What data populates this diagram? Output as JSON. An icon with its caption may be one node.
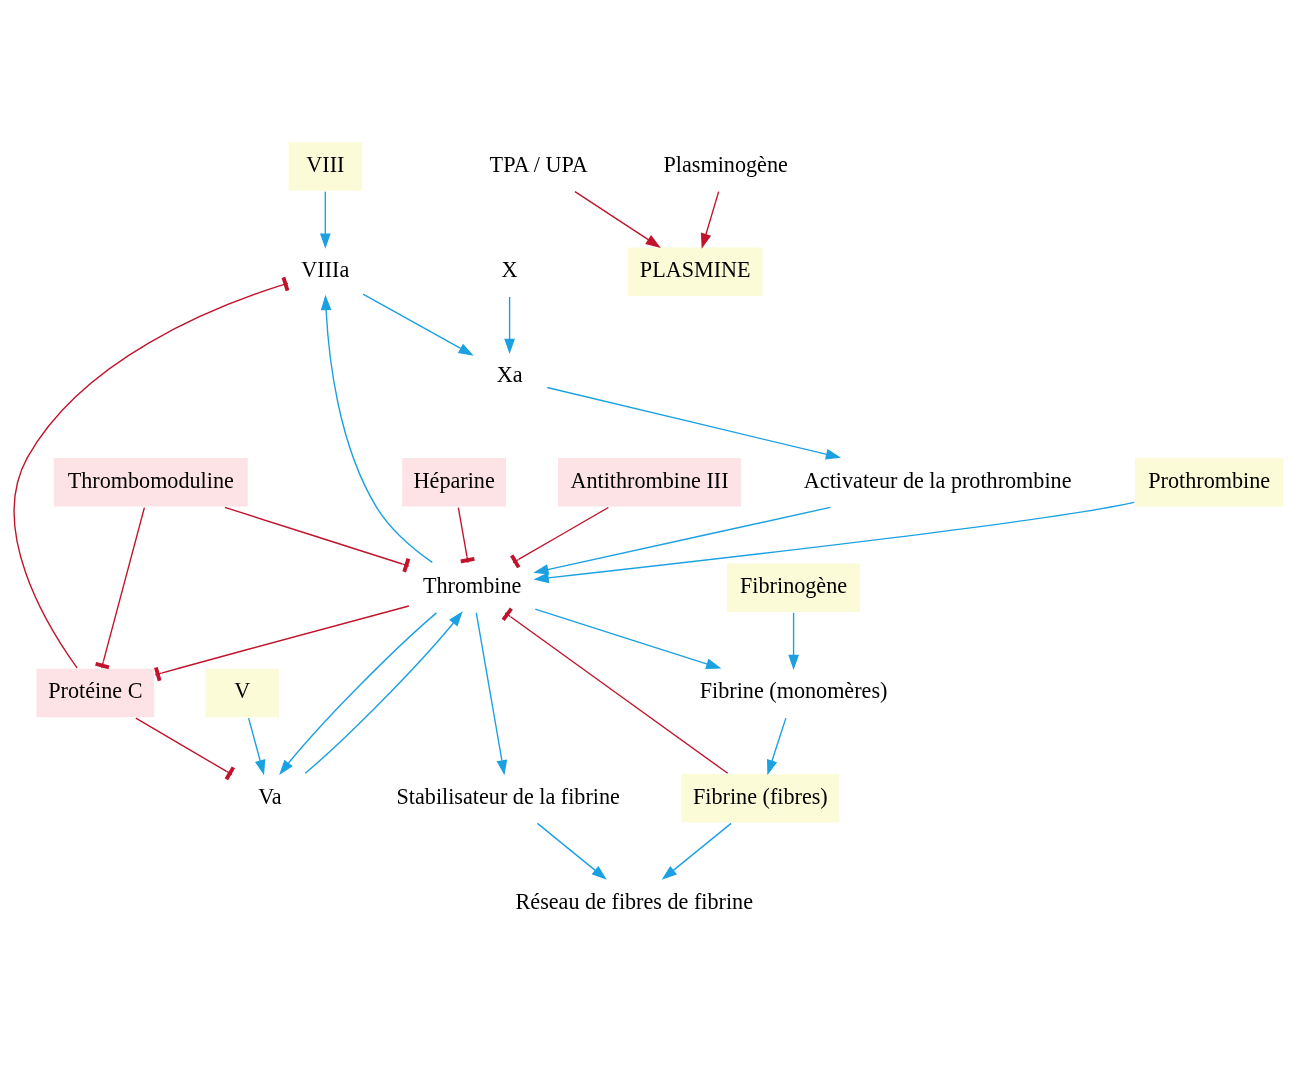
{
  "diagram": {
    "nodes": [
      {
        "text": [
          "VIIIa"
        ]
      },
      {
        "text": [
          "VIII"
        ]
      },
      {
        "text": [
          "X"
        ]
      },
      {
        "text": [
          "Xa"
        ]
      },
      {
        "text": [
          "Activateur de la prothrombine"
        ]
      },
      {
        "text": [
          "Protéine C"
        ]
      },
      {
        "text": [
          "Va"
        ]
      },
      {
        "text": [
          "V"
        ]
      },
      {
        "text": [
          "Prothrombine"
        ]
      },
      {
        "text": [
          "Thrombine"
        ]
      },
      {
        "text": [
          "Thrombomoduline"
        ]
      },
      {
        "text": [
          "Héparine"
        ]
      },
      {
        "text": [
          "Fibrine (monomères)"
        ]
      },
      {
        "text": [
          "Fibrinogène"
        ]
      },
      {
        "text": [
          "Antithrombine III"
        ]
      },
      {
        "text": [
          "Fibrine (fibres)"
        ]
      },
      {
        "text": [
          "Stabilisateur de la fibrine"
        ]
      },
      {
        "text": [
          "Réseau de fibres de fibrine"
        ]
      },
      {
        "text": [
          "TPA / UPA"
        ]
      },
      {
        "text": [
          "Plasminogène"
        ]
      },
      {
        "text": [
          "PLASMINE"
        ]
      }
    ],
    "edges": [
      {
        "from": 1,
        "to": 0,
        "arrow": "to"
      },
      {
        "from": 9,
        "to": 0,
        "arrow": "to"
      },
      {
        "from": 0,
        "to": 3,
        "arrow": "to"
      },
      {
        "from": 2,
        "to": 3,
        "arrow": "to"
      },
      {
        "from": 3,
        "to": 4,
        "arrow": "to"
      },
      {
        "from": 4,
        "to": 9,
        "arrow": "to"
      },
      {
        "from": 6,
        "to": 9,
        "arrow": "to"
      },
      {
        "from": 8,
        "to": 9,
        "arrow": "to"
      },
      {
        "from": 7,
        "to": 6,
        "arrow": "to"
      },
      {
        "from": 9,
        "to": 6,
        "arrow": "to"
      },
      {
        "from": 5,
        "to": 0,
        "arrow": "other",
        "color": "#c0142c"
      },
      {
        "from": 5,
        "to": 6,
        "arrow": "other",
        "color": "#c0142c"
      },
      {
        "from": 9,
        "to": 5,
        "arrow": "other",
        "color": "#c0142c"
      },
      {
        "from": 10,
        "to": 5,
        "arrow": "other",
        "color": "#c0142c"
      },
      {
        "from": 10,
        "to": 9,
        "arrow": "other",
        "color": "#c0142c"
      },
      {
        "from": 11,
        "to": 9,
        "arrow": "other",
        "color": "#c0142c"
      },
      {
        "from": 14,
        "to": 9,
        "arrow": "other",
        "color": "#c0142c"
      },
      {
        "from": 15,
        "to": 9,
        "arrow": "other",
        "color": "#c0142c"
      },
      {
        "from": 13,
        "to": 12,
        "arrow": "to"
      },
      {
        "from": 9,
        "to": 12,
        "arrow": "to"
      },
      {
        "from": 12,
        "to": 15,
        "arrow": "to"
      },
      {
        "from": 15,
        "to": 17,
        "arrow": "to"
      },
      {
        "from": 16,
        "to": 17,
        "arrow": "to"
      },
      {
        "from": 9,
        "to": 16,
        "arrow": "to"
      },
      {
        "from": 18,
        "to": 20,
        "arrow": "to",
        "color": "#c0142c"
      },
      {
        "from": 19,
        "to": 20,
        "arrow": "to",
        "color": "#c0142c"
      }
    ]
  }
}
